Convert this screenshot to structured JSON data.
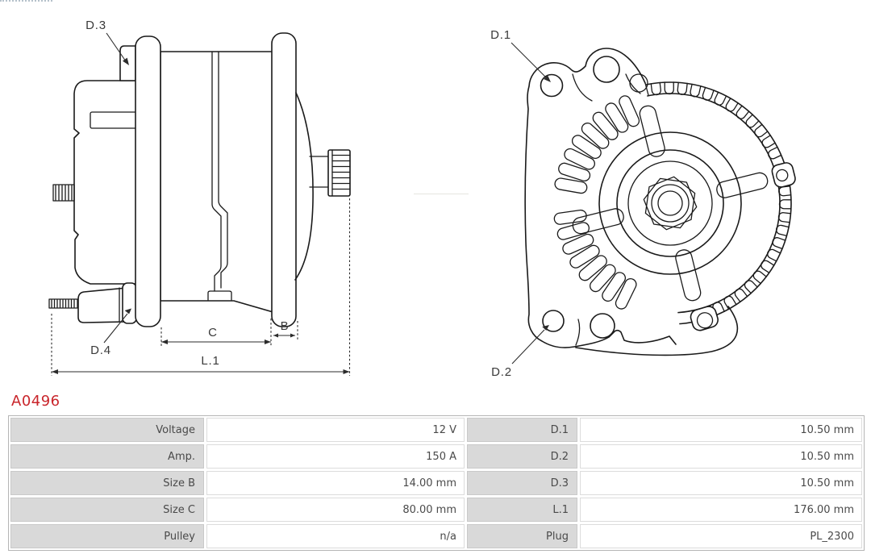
{
  "part_number": "A0496",
  "side_view": {
    "label_d3": "D.3",
    "label_d4": "D.4",
    "label_c": "C",
    "label_b": "B",
    "label_l1": "L.1"
  },
  "front_view": {
    "label_d1": "D.1",
    "label_d2": "D.2"
  },
  "spec_table": {
    "rows": [
      {
        "label_left": "Voltage",
        "value_left": "12 V",
        "label_right": "D.1",
        "value_right": "10.50 mm"
      },
      {
        "label_left": "Amp.",
        "value_left": "150 A",
        "label_right": "D.2",
        "value_right": "10.50 mm"
      },
      {
        "label_left": "Size B",
        "value_left": "14.00 mm",
        "label_right": "D.3",
        "value_right": "10.50 mm"
      },
      {
        "label_left": "Size C",
        "value_left": "80.00 mm",
        "label_right": "L.1",
        "value_right": "176.00 mm"
      },
      {
        "label_left": "Pulley",
        "value_left": "n/a",
        "label_right": "Plug",
        "value_right": "PL_2300"
      }
    ]
  },
  "colors": {
    "part_number_red": "#C9252B",
    "table_label_bg": "#D9D9D9",
    "table_border": "#B5B5B5",
    "table_text": "#4A4A4A",
    "diagram_line": "#1A1A1A"
  }
}
